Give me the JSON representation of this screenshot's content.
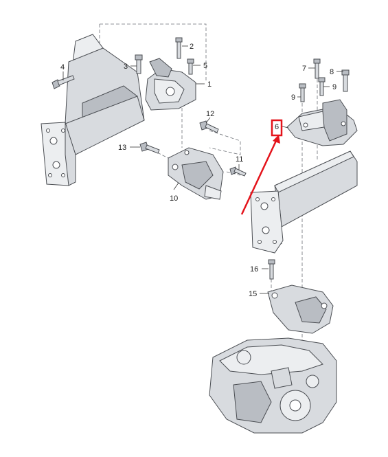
{
  "callouts": [
    {
      "key": "c1",
      "text": "1"
    },
    {
      "key": "c2",
      "text": "2"
    },
    {
      "key": "c3",
      "text": "3"
    },
    {
      "key": "c4",
      "text": "4"
    },
    {
      "key": "c5",
      "text": "5"
    },
    {
      "key": "c6",
      "text": "6"
    },
    {
      "key": "c7",
      "text": "7"
    },
    {
      "key": "c8",
      "text": "8"
    },
    {
      "key": "c9a",
      "text": "9"
    },
    {
      "key": "c9b",
      "text": "9"
    },
    {
      "key": "c10",
      "text": "10"
    },
    {
      "key": "c11",
      "text": "11"
    },
    {
      "key": "c12",
      "text": "12"
    },
    {
      "key": "c13",
      "text": "13"
    },
    {
      "key": "c15",
      "text": "15"
    },
    {
      "key": "c16",
      "text": "16"
    }
  ],
  "highlight": {
    "target_label": "6",
    "box_color": "#e4131b",
    "arrow_color": "#e4131b"
  },
  "colors": {
    "part_fill": "#d8dbdf",
    "part_stroke": "#4a4d52",
    "background": "#ffffff"
  }
}
